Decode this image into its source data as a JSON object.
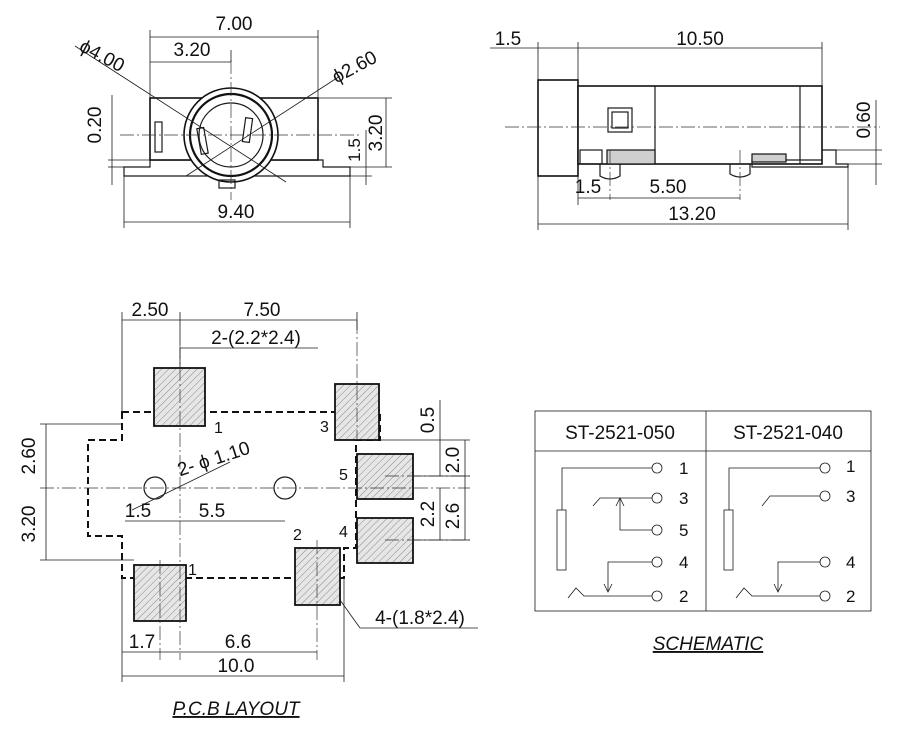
{
  "front_view": {
    "width": "7.00",
    "inner": "3.20",
    "dia_outer": "ϕ4.00",
    "dia_inner": "ϕ2.60",
    "left_gap": "0.20",
    "height": "3.20",
    "small": "1.5",
    "base": "9.40"
  },
  "side_view": {
    "front": "1.5",
    "length": "10.50",
    "gap": "0.60",
    "pin_offset": "1.5",
    "pin_pitch": "5.50",
    "total": "13.20"
  },
  "pcb": {
    "top_left": "2.50",
    "top_span": "7.50",
    "pad_big": "2-(2.2*2.4)",
    "hole_label": "2- ϕ 1.10",
    "hole_off": "1.5",
    "hole_pitch": "5.5",
    "left_upper": "2.60",
    "left_lower": "3.20",
    "right_05": "0.5",
    "right_20": "2.0",
    "right_22": "2.2",
    "right_26": "2.6",
    "pad_small": "4-(1.8*2.4)",
    "bottom_left": "1.7",
    "bottom_mid": "6.6",
    "bottom_total": "10.0",
    "pin_1a": "1",
    "pin_3": "3",
    "pin_5": "5",
    "pin_4": "4",
    "pin_2": "2",
    "pin_1b": "1",
    "caption": "P.C.B LAYOUT"
  },
  "schematic": {
    "col1": "ST-2521-050",
    "col2": "ST-2521-040",
    "col1_pins": [
      "1",
      "3",
      "5",
      "4",
      "2"
    ],
    "col2_pins": [
      "1",
      "3",
      "4",
      "2"
    ],
    "caption": "SCHEMATIC"
  }
}
